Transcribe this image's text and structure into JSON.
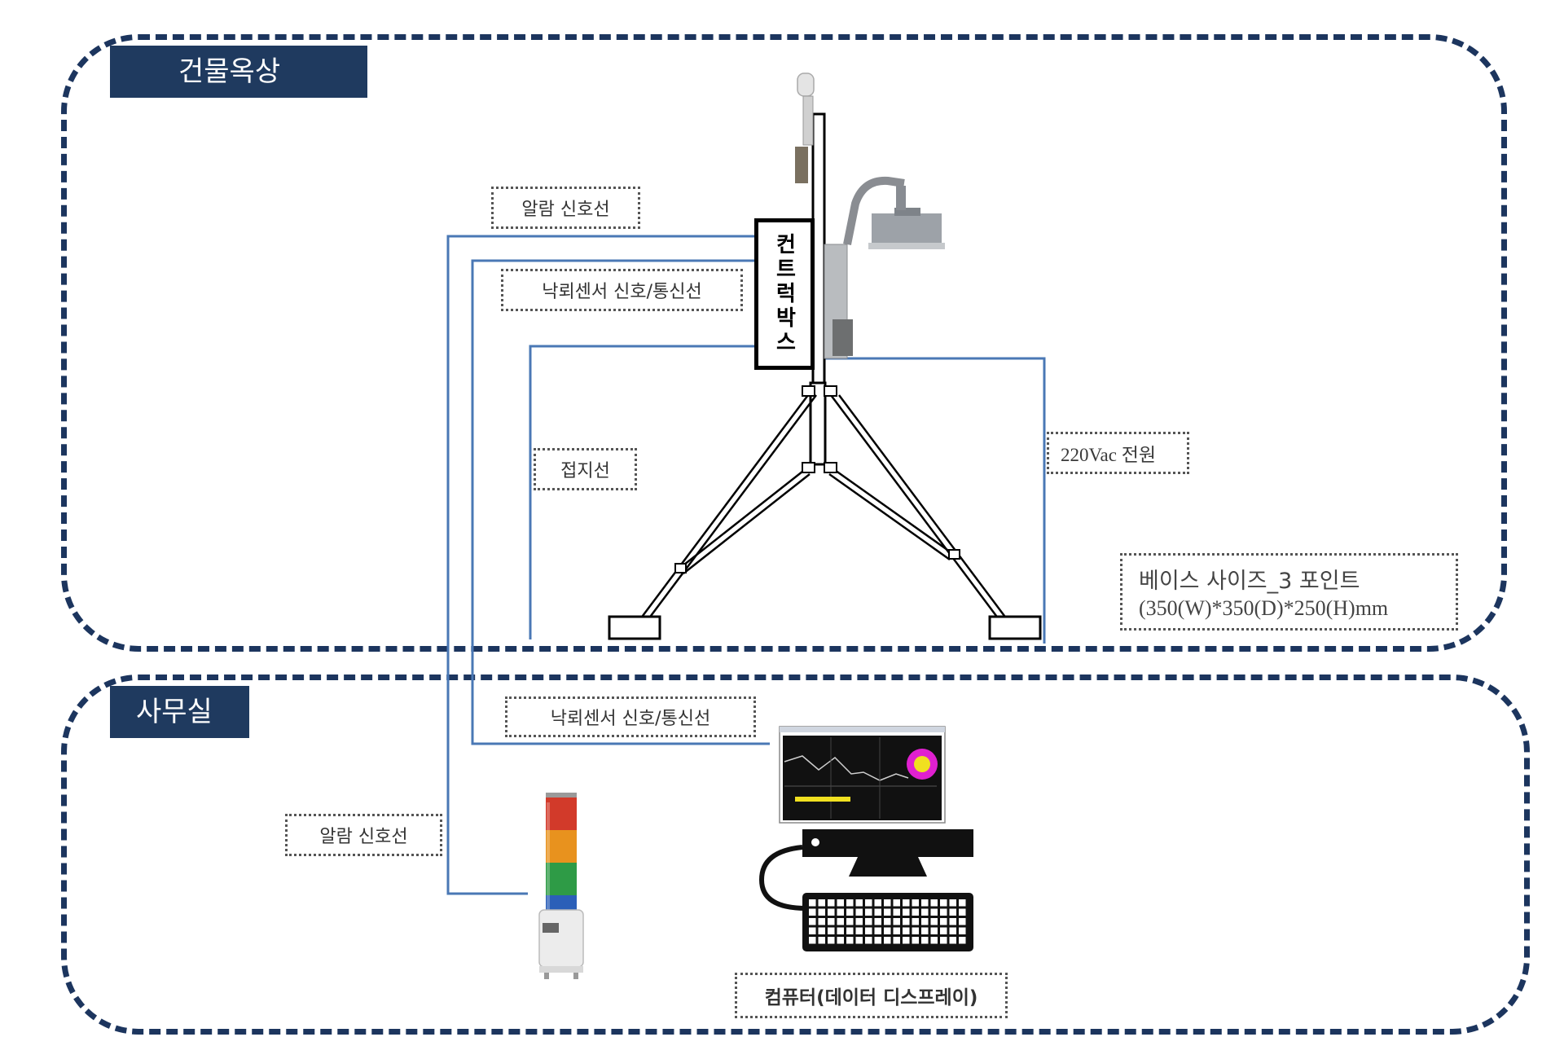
{
  "zones": {
    "roof": {
      "title": "건물옥상"
    },
    "office": {
      "title": "사무실"
    }
  },
  "control_box": {
    "label": "컨트럭박스"
  },
  "labels": {
    "alarm_signal_top": "알람 신호선",
    "lightning_sensor_top": "낙뢰센서 신호/통신선",
    "ground_wire": "접지선",
    "power": "220Vac 전원",
    "base_size_line1": "베이스 사이즈_3 포인트",
    "base_size_line2": "(350(W)*350(D)*250(H)mm",
    "lightning_sensor_bottom": "낙뢰센서 신호/통신선",
    "alarm_signal_bottom": "알람 신호선",
    "computer": "컴퓨터(데이터 디스프레이)"
  },
  "colors": {
    "zone_border": "#1c355e",
    "title_bg": "#1f3a5f",
    "wire": "#4a78b5",
    "alarm_red": "#d23a2a",
    "alarm_orange": "#e8921e",
    "alarm_green": "#2e9b46",
    "alarm_blue": "#2b5fb8",
    "screen_target": "#e020d0"
  },
  "icons": {
    "anemometer": "weather-sensor-icon",
    "lightning_sensor": "lightning-sensor-icon",
    "tower_light": "signal-tower-icon",
    "computer": "computer-icon"
  }
}
